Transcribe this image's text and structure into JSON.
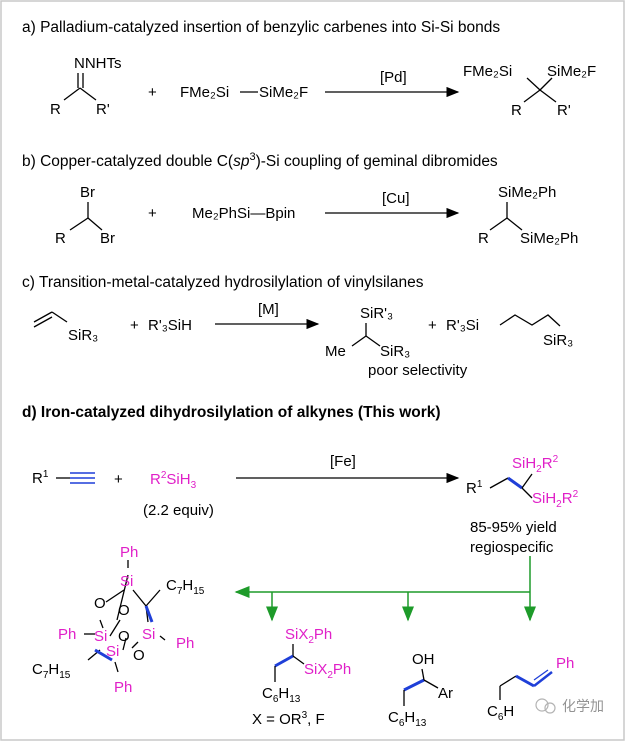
{
  "colors": {
    "highlight": "#e020c8",
    "bond_blue": "#1f3fd8",
    "arrow_green": "#1e9b2a",
    "border": "#c8c8c8"
  },
  "section_a": {
    "title": "a) Palladium-catalyzed insertion of benzylic carbenes into Si-Si bonds",
    "reagent1_group": "NNHTs",
    "reagent1_r": "R",
    "reagent1_r2": "R'",
    "plus": "+",
    "reagent2_left": "FMe₂Si",
    "reagent2_right": "SiMe₂F",
    "catalyst": "[Pd]",
    "product_left": "FMe₂Si",
    "product_right": "SiMe₂F",
    "product_r": "R",
    "product_r2": "R'"
  },
  "section_b": {
    "title_prefix": "b) Copper-catalyzed double C(",
    "title_sp3": "sp",
    "title_sup": "3",
    "title_suffix": ")-Si coupling of geminal dibromides",
    "br_top": "Br",
    "br_bottom": "Br",
    "r": "R",
    "plus": "+",
    "reagent": "Me₂PhSi—Bpin",
    "catalyst": "[Cu]",
    "product_top": "SiMe₂Ph",
    "product_bottom": "SiMe₂Ph",
    "product_r": "R"
  },
  "section_c": {
    "title": "c) Transition-metal-catalyzed hydrosilylation of vinylsilanes",
    "vinyl_si": "SiR₃",
    "plus1": "+",
    "reagent": "R'₃SiH",
    "catalyst": "[M]",
    "product1_top": "SiR'₃",
    "product1_me": "Me",
    "product1_bottom": "SiR₃",
    "plus2": "+",
    "product2_left": "R'₃Si",
    "product2_right": "SiR₃",
    "note": "poor selectivity"
  },
  "section_d": {
    "title": "d) Iron-catalyzed dihydrosilylation of alkynes (This work)",
    "alkyne_r": "R¹",
    "plus": "+",
    "silane": "R²SiH₃",
    "equiv": "(2.2 equiv)",
    "catalyst": "[Fe]",
    "product_r": "R¹",
    "product_top": "SiH₂R²",
    "product_bottom": "SiH₂R²",
    "yield": "85-95% yield",
    "selectivity": "regiospecific"
  },
  "derivatives": {
    "cage_ph_top": "Ph",
    "cage_si_top": "Si",
    "cage_c7h15_top": "C₇H₁₅",
    "cage_o1": "O",
    "cage_o2": "O",
    "cage_ph_left": "Ph",
    "cage_si_left": "Si",
    "cage_o3": "O",
    "cage_si_right": "Si",
    "cage_ph_right": "Ph",
    "cage_si_bottom": "Si",
    "cage_o4": "O",
    "cage_c7h15_bottom": "C₇H₁₅",
    "cage_ph_bottom": "Ph",
    "silyl_top": "SiX₂Ph",
    "silyl_bottom": "SiX₂Ph",
    "silyl_chain": "C₆H₁₃",
    "x_def": "X = OR³, F",
    "alcohol_oh": "OH",
    "alcohol_ar": "Ar",
    "alcohol_chain": "C₆H₁₃",
    "alkene_ph": "Ph",
    "alkene_chain": "C₆H"
  },
  "watermark": {
    "text": "化学加"
  }
}
